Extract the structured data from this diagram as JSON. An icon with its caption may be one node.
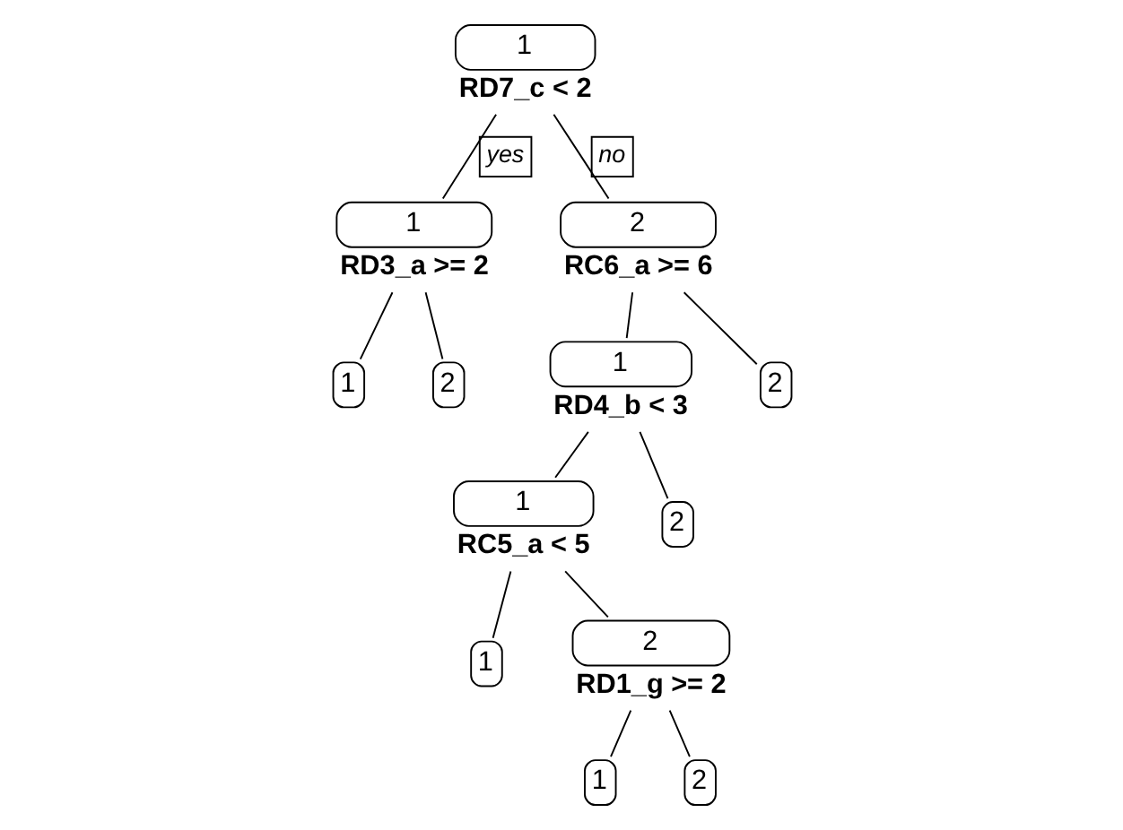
{
  "diagram": {
    "nodes": [
      {
        "text": [
          "1",
          "RD7_c < 2"
        ]
      },
      {
        "text": [
          "1",
          "RD3_a >= 2"
        ]
      },
      {
        "text": [
          "2",
          "RC6_a >= 6"
        ]
      },
      {
        "text": [
          "1"
        ]
      },
      {
        "text": [
          "2"
        ]
      },
      {
        "text": [
          "1",
          "RD4_b < 3"
        ]
      },
      {
        "text": [
          "2"
        ]
      },
      {
        "text": [
          "1",
          "RC5_a < 5"
        ]
      },
      {
        "text": [
          "2"
        ]
      },
      {
        "text": [
          "1"
        ]
      },
      {
        "text": [
          "2",
          "RD1_g >= 2"
        ]
      },
      {
        "text": [
          "1"
        ]
      },
      {
        "text": [
          "2"
        ]
      }
    ],
    "edges": [
      {
        "from": 0,
        "to": 1,
        "arrow": "none",
        "label": "yes"
      },
      {
        "from": 0,
        "to": 2,
        "arrow": "none",
        "label": "no"
      },
      {
        "from": 1,
        "to": 3,
        "arrow": "none"
      },
      {
        "from": 1,
        "to": 4,
        "arrow": "none"
      },
      {
        "from": 2,
        "to": 5,
        "arrow": "none"
      },
      {
        "from": 2,
        "to": 6,
        "arrow": "none"
      },
      {
        "from": 5,
        "to": 7,
        "arrow": "none"
      },
      {
        "from": 5,
        "to": 8,
        "arrow": "none"
      },
      {
        "from": 7,
        "to": 9,
        "arrow": "none"
      },
      {
        "from": 7,
        "to": 10,
        "arrow": "none"
      },
      {
        "from": 10,
        "to": 11,
        "arrow": "none"
      },
      {
        "from": 10,
        "to": 12,
        "arrow": "none"
      }
    ]
  }
}
